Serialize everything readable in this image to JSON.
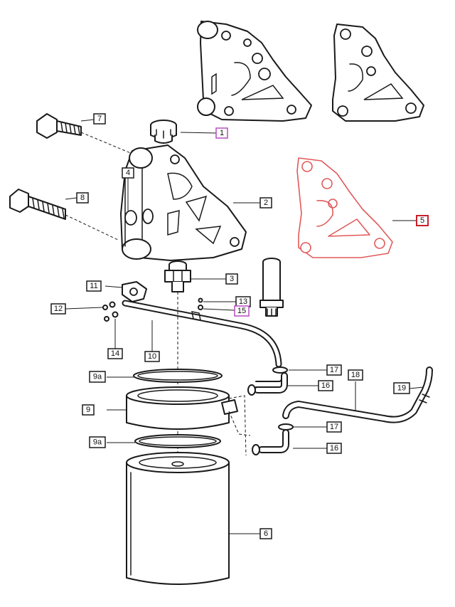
{
  "colors": {
    "line": "#1a1a1a",
    "highlight_purple": "#b64ec0",
    "highlight_red": "#c8202a",
    "gasket_red": "#e05a5a"
  },
  "callouts": [
    {
      "label": "1",
      "style": "hl"
    },
    {
      "label": "2",
      "style": "normal"
    },
    {
      "label": "3",
      "style": "normal"
    },
    {
      "label": "4",
      "style": "normal"
    },
    {
      "label": "5",
      "style": "red"
    },
    {
      "label": "6",
      "style": "normal"
    },
    {
      "label": "7",
      "style": "normal"
    },
    {
      "label": "8",
      "style": "normal"
    },
    {
      "label": "9",
      "style": "normal"
    },
    {
      "label": "9a",
      "style": "normal"
    },
    {
      "label": "9a",
      "style": "normal"
    },
    {
      "label": "10",
      "style": "normal"
    },
    {
      "label": "11",
      "style": "normal"
    },
    {
      "label": "12",
      "style": "normal"
    },
    {
      "label": "13",
      "style": "normal"
    },
    {
      "label": "14",
      "style": "normal"
    },
    {
      "label": "15",
      "style": "hl"
    },
    {
      "label": "16",
      "style": "normal"
    },
    {
      "label": "16",
      "style": "normal"
    },
    {
      "label": "17",
      "style": "normal"
    },
    {
      "label": "17",
      "style": "normal"
    },
    {
      "label": "18",
      "style": "normal"
    },
    {
      "label": "19",
      "style": "normal"
    }
  ]
}
